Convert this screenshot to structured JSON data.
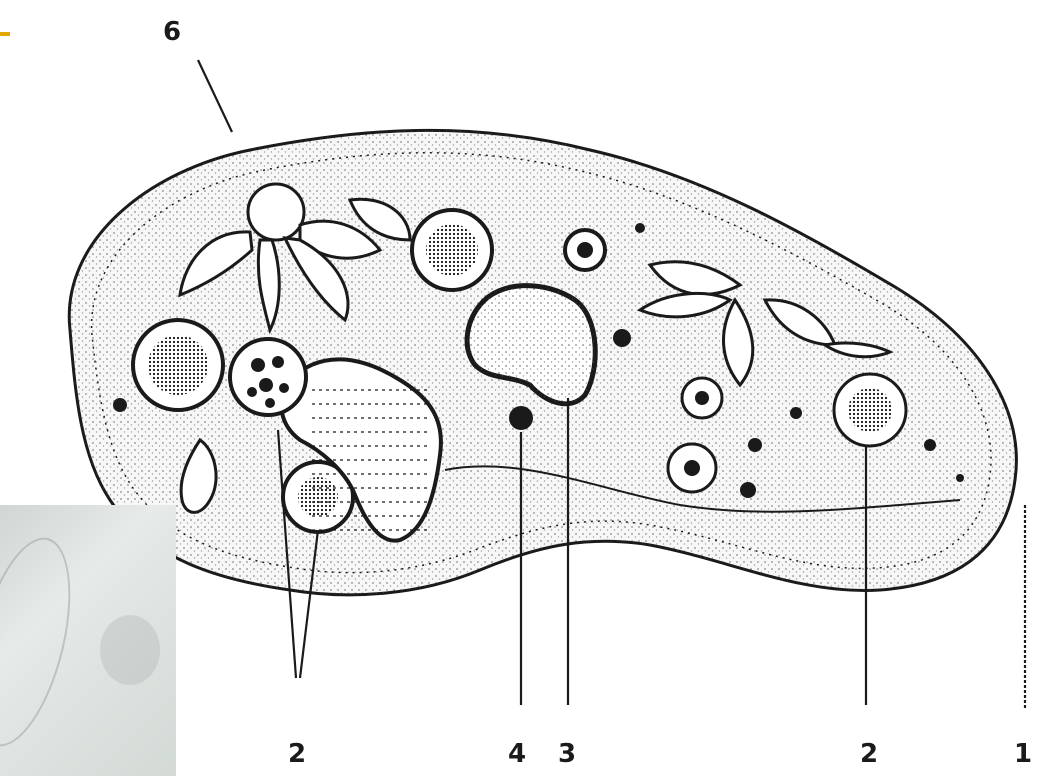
{
  "labels": {
    "top_left": "6",
    "bottom_1": "2",
    "bottom_2": "4",
    "bottom_3": "3",
    "bottom_4": "2",
    "bottom_5": "1"
  },
  "colors": {
    "ink": "#1a1a1a",
    "accent": "#e0a800",
    "photo_bg": "#dde3e0"
  }
}
